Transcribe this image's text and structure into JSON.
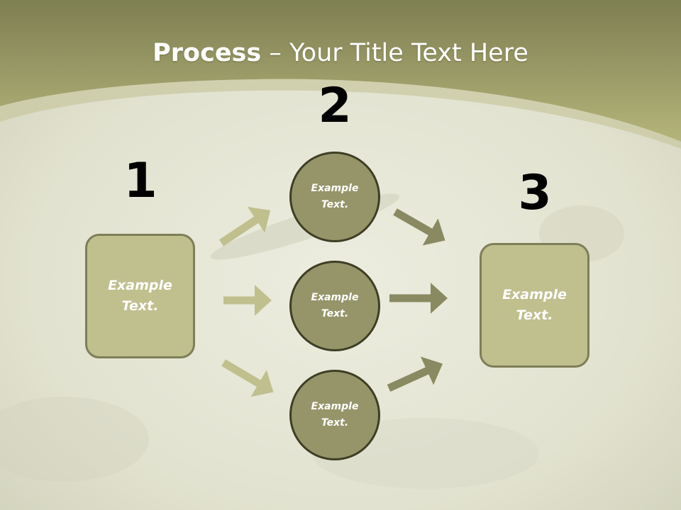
{
  "slide": {
    "title_bold": "Process",
    "title_rest": " – Your Title Text Here"
  },
  "steps": {
    "step1": {
      "number": "1",
      "text_line1": "Example",
      "text_line2": "Text."
    },
    "step2": {
      "number": "2"
    },
    "step3": {
      "number": "3",
      "text_line1": "Example",
      "text_line2": "Text."
    }
  },
  "circles": [
    {
      "line1": "Example",
      "line2": "Text."
    },
    {
      "line1": "Example",
      "line2": "Text."
    },
    {
      "line1": "Example",
      "line2": "Text."
    }
  ],
  "colors": {
    "header_band": "#a9a96f",
    "box_fill": "#c0bf8e",
    "circle_fill": "#96956a",
    "arrow_light": "#c0bf8e",
    "arrow_dark": "#8a8a62"
  }
}
